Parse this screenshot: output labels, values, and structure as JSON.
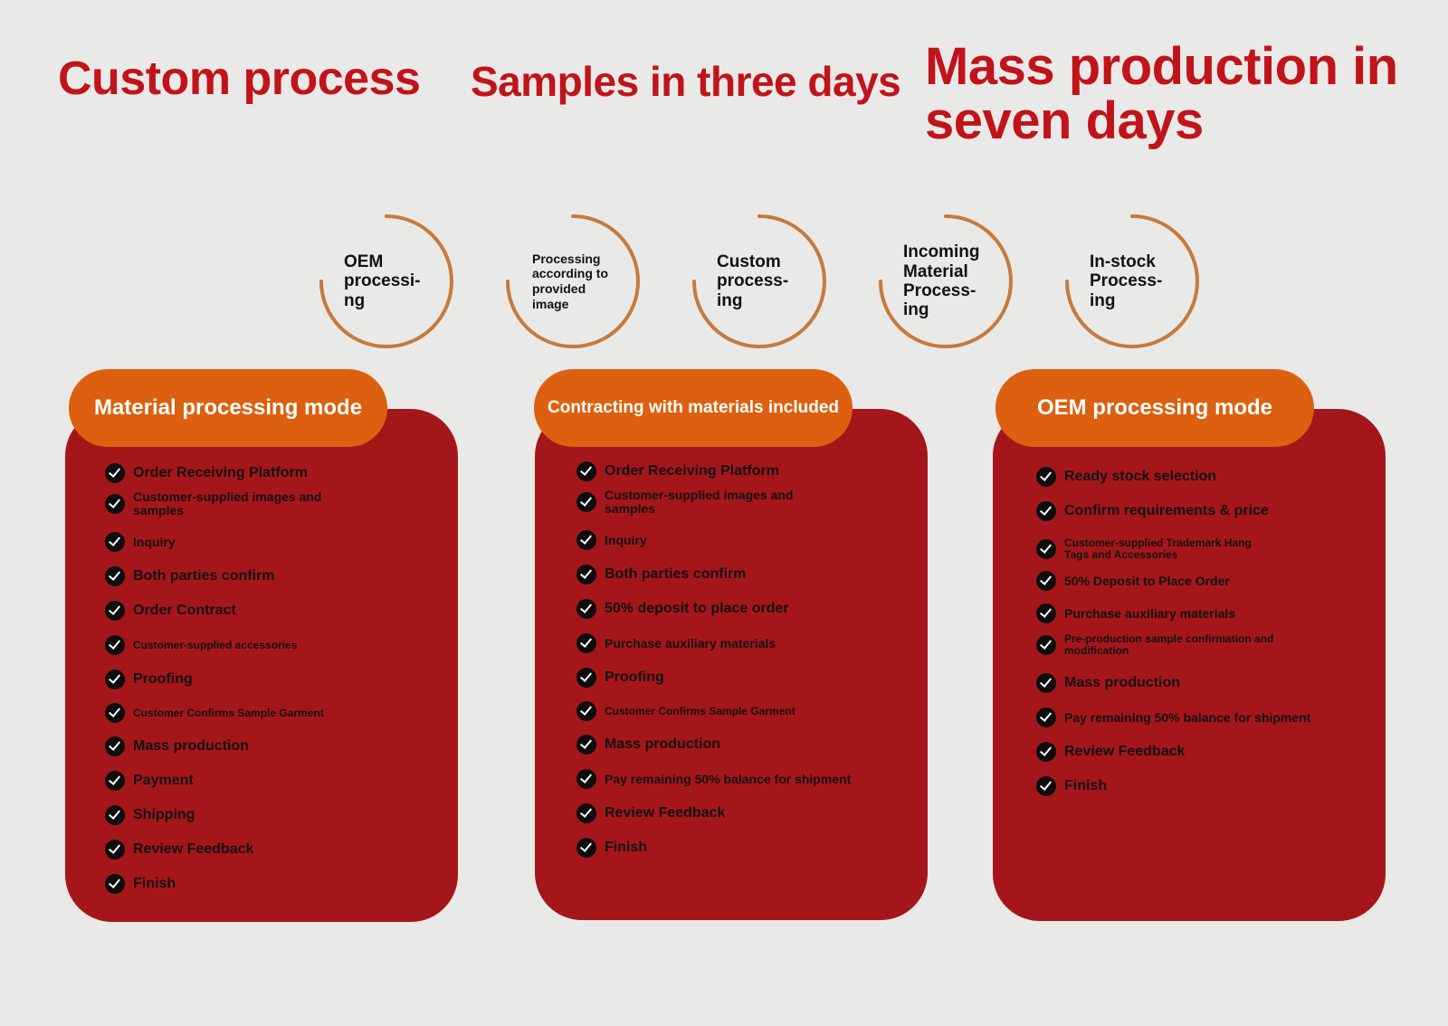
{
  "headlines": {
    "custom_process": "Custom process",
    "samples": "Samples in three days",
    "mass_production": "Mass production in seven days"
  },
  "rings": [
    {
      "label": "OEM\nprocessi-\nng"
    },
    {
      "label": "Processing\naccording to\nprovided\nimage"
    },
    {
      "label": "Custom\nprocess-\ning"
    },
    {
      "label": "Incoming\nMaterial\nProcess-\ning"
    },
    {
      "label": "In-stock\nProcess-\ning"
    }
  ],
  "columns": [
    {
      "title": "Material processing mode",
      "steps": [
        "Order Receiving Platform",
        "Customer-supplied images and samples",
        "Inquiry",
        "Both parties confirm",
        "Order Contract",
        "Customer-supplied accessories",
        "Proofing",
        "Customer Confirms Sample Garment",
        "Mass production",
        "Payment",
        "Shipping",
        "Review Feedback",
        "Finish"
      ]
    },
    {
      "title": "Contracting with materials included",
      "steps": [
        "Order Receiving Platform",
        "Customer-supplied images and samples",
        "Inquiry",
        "Both parties confirm",
        "50% deposit to place order",
        "Purchase auxiliary materials",
        "Proofing",
        "Customer Confirms Sample Garment",
        "Mass production",
        "Pay remaining 50% balance for shipment",
        "Review Feedback",
        "Finish"
      ]
    },
    {
      "title": "OEM processing mode",
      "steps": [
        "Ready stock selection",
        "Confirm requirements & price",
        "Customer-supplied Trademark Hang Tags and Accessories",
        "50% Deposit to Place Order",
        "Purchase auxiliary materials",
        "Pre-production sample confirmation and modification",
        "Mass production",
        "Pay remaining 50% balance for shipment",
        "Review Feedback",
        "Finish"
      ]
    }
  ],
  "colors": {
    "background": "#e9e9e8",
    "headline": "#c0141a",
    "card": "#a5161a",
    "pill": "#dc600f",
    "ring": "#c67a3c"
  }
}
